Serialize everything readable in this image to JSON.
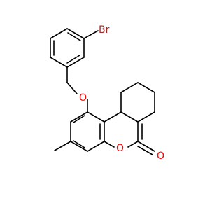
{
  "structure": {
    "atoms": {
      "bromine": {
        "symbol": "Br",
        "color": "#a52a2a"
      },
      "ether_oxygen": {
        "symbol": "O",
        "color": "#ff0000"
      },
      "ring_oxygen": {
        "symbol": "O",
        "color": "#ff0000"
      },
      "carbonyl_oxygen": {
        "symbol": "O",
        "color": "#ff0000"
      }
    },
    "bond_color": "#000000",
    "background": "#ffffff"
  }
}
